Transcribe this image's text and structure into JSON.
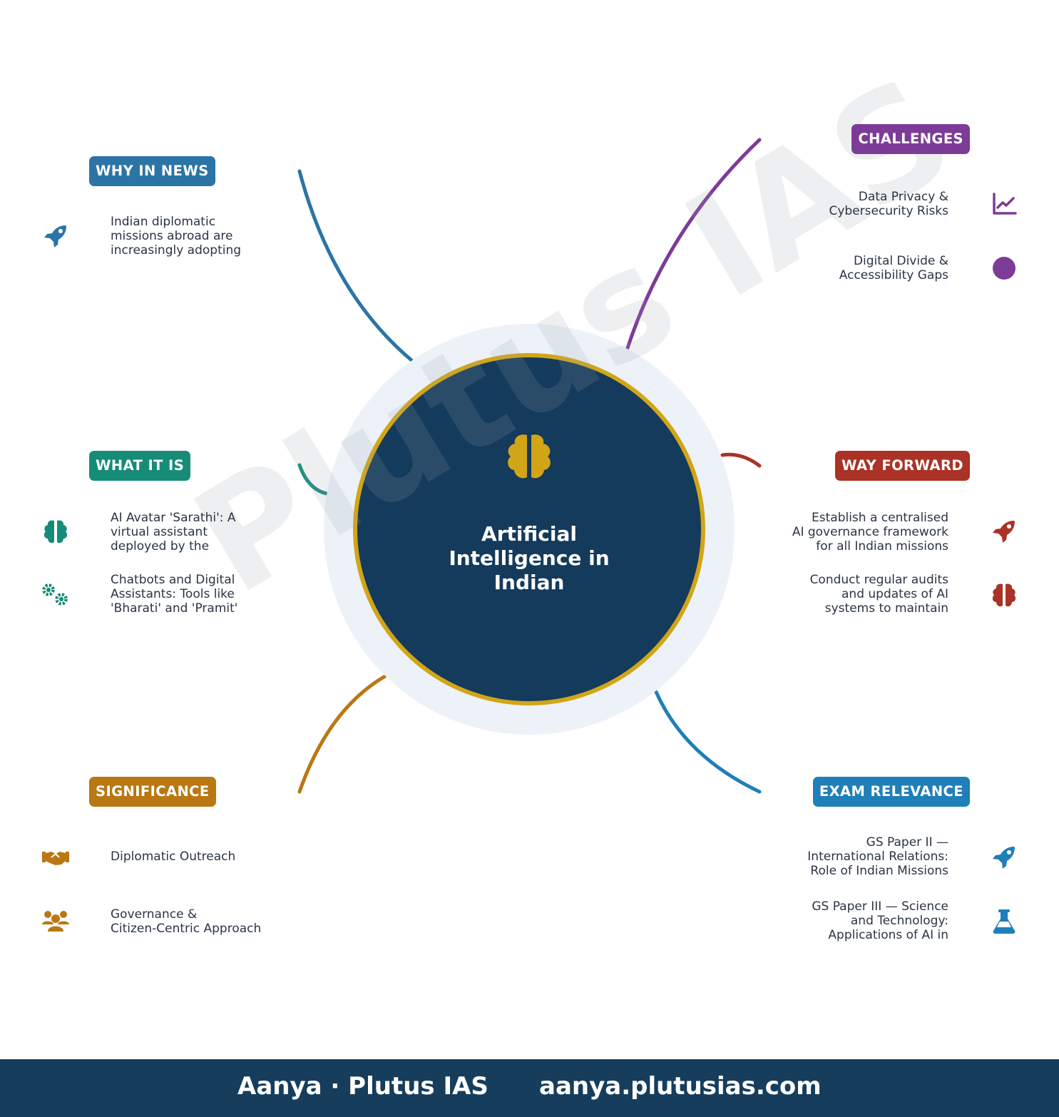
{
  "center": {
    "title": "Artificial\nIntelligence in\nIndian",
    "icon": "brain-icon",
    "fill": "#143a5c",
    "ring": "#d2a517",
    "halo": "#edf2f8"
  },
  "watermark": "Plutus IAS",
  "branches": {
    "why_in_news": {
      "label": "WHY IN NEWS",
      "color": "#2b74a6",
      "items": [
        {
          "icon": "rocket-icon",
          "text": "Indian diplomatic\nmissions abroad are\nincreasingly adopting"
        }
      ]
    },
    "what_it_is": {
      "label": "WHAT IT IS",
      "color": "#168c78",
      "items": [
        {
          "icon": "brain-icon",
          "text": "AI Avatar 'Sarathi': A\nvirtual assistant\ndeployed by the"
        },
        {
          "icon": "gears-icon",
          "text": "Chatbots and Digital\nAssistants: Tools like\n'Bharati' and 'Pramit'"
        }
      ]
    },
    "significance": {
      "label": "SIGNIFICANCE",
      "color": "#b97812",
      "items": [
        {
          "icon": "handshake-icon",
          "text": "Diplomatic Outreach"
        },
        {
          "icon": "users-icon",
          "text": "Governance &\nCitizen-Centric Approach"
        }
      ]
    },
    "challenges": {
      "label": "CHALLENGES",
      "color": "#7d3b98",
      "items": [
        {
          "icon": "chart-line-icon",
          "text": "Data Privacy &\nCybersecurity Risks"
        },
        {
          "icon": "circle-icon",
          "text": "Digital Divide &\nAccessibility Gaps"
        }
      ]
    },
    "way_forward": {
      "label": "WAY FORWARD",
      "color": "#ab3226",
      "items": [
        {
          "icon": "rocket-icon",
          "text": "Establish a centralised\nAI governance framework\nfor all Indian missions"
        },
        {
          "icon": "brain-icon",
          "text": "Conduct regular audits\nand updates of AI\nsystems to maintain"
        }
      ]
    },
    "exam_relevance": {
      "label": "EXAM RELEVANCE",
      "color": "#1f7fb8",
      "items": [
        {
          "icon": "rocket-icon",
          "text": "GS Paper II —\nInternational Relations:\nRole of Indian Missions"
        },
        {
          "icon": "flask-icon",
          "text": "GS Paper III — Science\nand Technology:\nApplications of AI in"
        }
      ]
    }
  },
  "footer": {
    "brand": "Aanya · Plutus IAS",
    "url": "aanya.plutusias.com"
  }
}
